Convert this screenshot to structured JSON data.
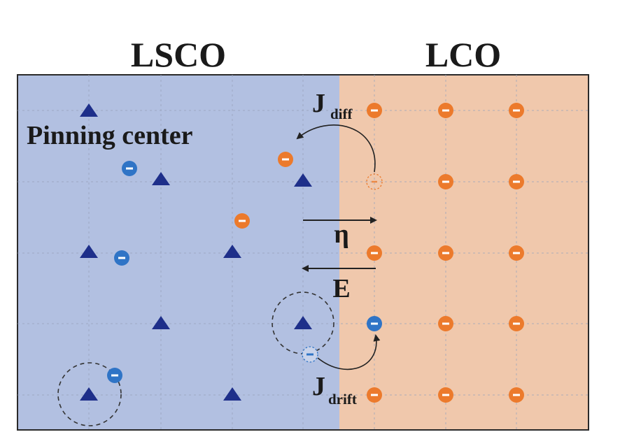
{
  "regions": {
    "left": {
      "label": "LSCO",
      "color": "#b2c0e1"
    },
    "right": {
      "label": "LCO",
      "color": "#f0c8ac"
    }
  },
  "annotations": {
    "pinning_center": "Pinning center",
    "j_diff_main": "J",
    "j_diff_sub": "diff",
    "eta": "η",
    "field": "E",
    "j_drift_main": "J",
    "j_drift_sub": "drift"
  },
  "markers": {
    "pinning_center_symbol": "triangle-icon",
    "oxygen_ion_symbol": "minus-circle-icon",
    "triangle_color": "#1e2f8a",
    "orange_ion_color": "#ec7a2c",
    "blue_ion_color": "#2f74c6"
  }
}
